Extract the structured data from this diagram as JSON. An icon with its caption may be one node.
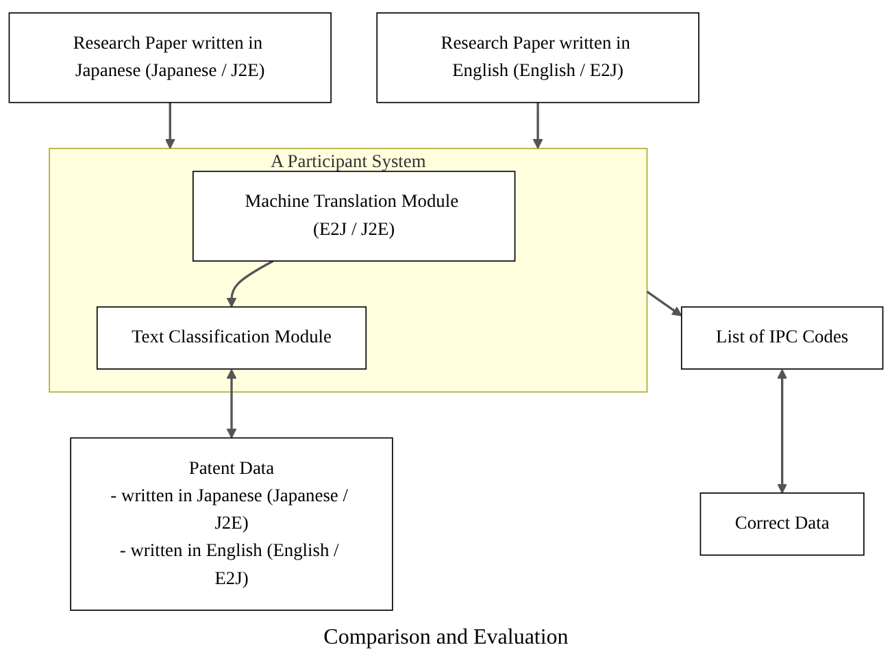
{
  "diagram": {
    "nodes": [
      {
        "text": [
          "Research Paper written in Japanese (Japanese / J2E)"
        ]
      },
      {
        "text": [
          "Research Paper written in English (English / E2J)"
        ]
      },
      {
        "text": [
          "A Participant System"
        ]
      },
      {
        "text": [
          "Machine Translation Module (E2J / J2E)"
        ],
        "in": 2
      },
      {
        "text": [
          "Text Classification Module"
        ],
        "in": 2
      },
      {
        "text": [
          "Patent Data",
          "- written in Japanese (Japanese / J2E)",
          "- written in English (English / E2J)"
        ]
      },
      {
        "text": [
          "List of IPC Codes"
        ]
      },
      {
        "text": [
          "Correct Data"
        ]
      }
    ],
    "edges": [
      {
        "from": 0,
        "to": 2,
        "arrow": "to"
      },
      {
        "from": 1,
        "to": 2,
        "arrow": "to"
      },
      {
        "from": 3,
        "to": 4,
        "arrow": "to"
      },
      {
        "from": 4,
        "to": 5,
        "arrow": "both"
      },
      {
        "from": 2,
        "to": 6,
        "arrow": "to"
      },
      {
        "from": 6,
        "to": 7,
        "arrow": "both"
      }
    ],
    "labels": [
      "Comparison and Evaluation"
    ]
  }
}
